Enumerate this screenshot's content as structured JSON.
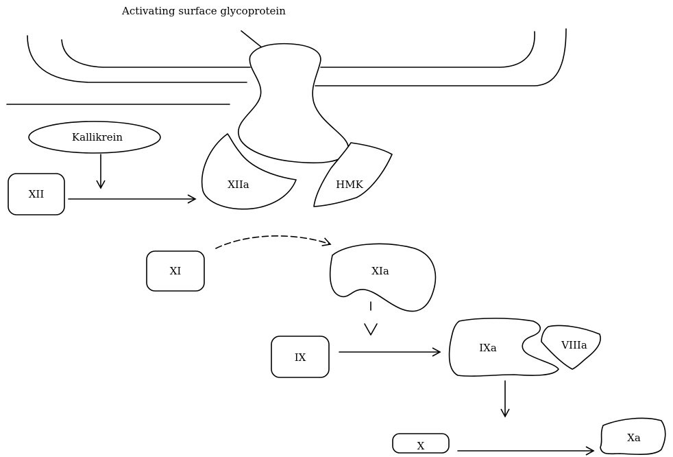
{
  "diagram": {
    "title": "Activating surface glycoprotein",
    "labels": {
      "kallikrein": "Kallikrein",
      "xii": "XII",
      "xiia": "XIIa",
      "hmk": "HMK",
      "xi": "XI",
      "xia": "XIa",
      "ix": "IX",
      "ixa": "IXa",
      "viiia": "VIIIa",
      "x": "X",
      "xa": "Xa"
    }
  }
}
